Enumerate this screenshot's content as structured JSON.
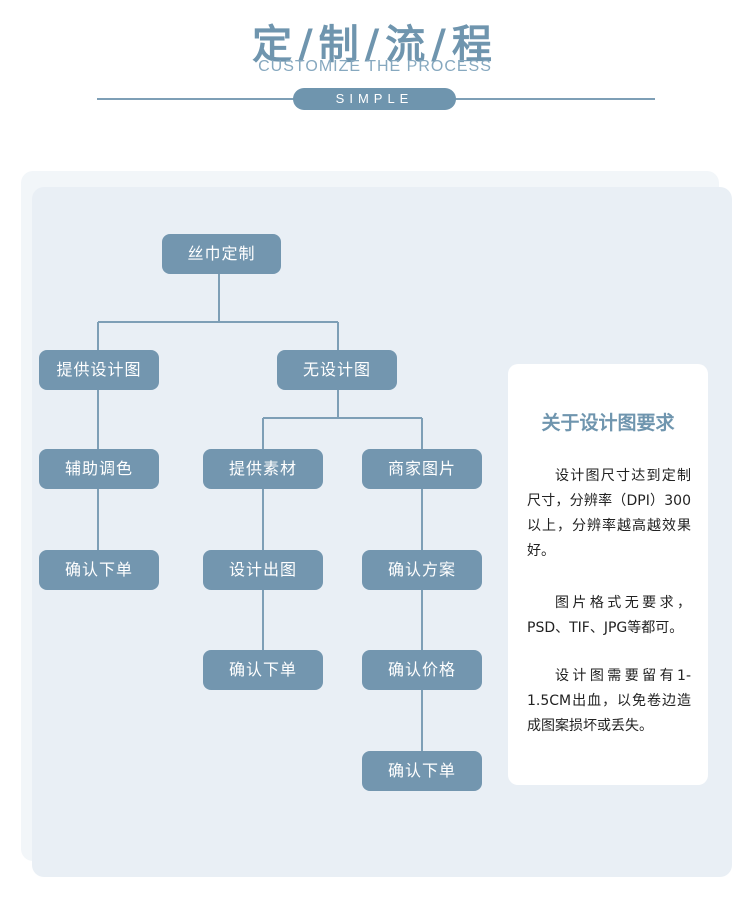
{
  "header": {
    "title": "定/制/流/程",
    "subtitle": "CUSTOMIZE THE PROCESS",
    "badge": "SIMPLE"
  },
  "flow": {
    "root": "丝巾定制",
    "branch_a": "提供设计图",
    "branch_b": "无设计图",
    "a_step1": "辅助调色",
    "a_step2": "确认下单",
    "b1_step1": "提供素材",
    "b1_step2": "设计出图",
    "b1_step3": "确认下单",
    "b2_step1": "商家图片",
    "b2_step2": "确认方案",
    "b2_step3": "确认价格",
    "b2_step4": "确认下单"
  },
  "requirements": {
    "title": "关于设计图要求",
    "p1": "设计图尺寸达到定制尺寸，分辨率（DPI）300以上，分辨率越高越效果好。",
    "p2": "图片格式无要求，PSD、TIF、JPG等都可。",
    "p3": "设计图需要留有1-1.5CM出血，以免卷边造成图案损坏或丢失。"
  },
  "colors": {
    "accent": "#7396af",
    "background": "#e9eff5"
  }
}
